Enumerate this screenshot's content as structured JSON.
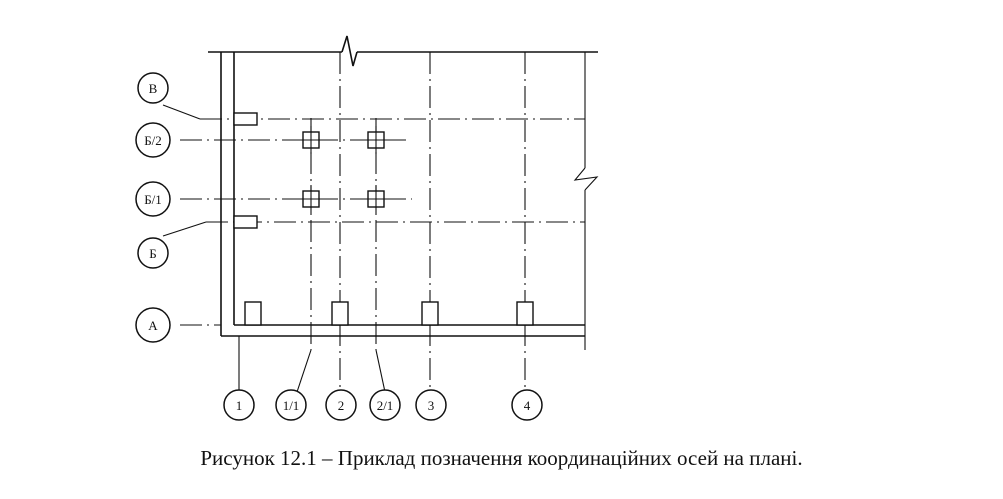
{
  "figure": {
    "caption": "Рисунок 12.1 – Приклад позначення координаційних осей на плані.",
    "row_axes": {
      "v": "В",
      "b2": "Б/2",
      "b1": "Б/1",
      "b": "Б",
      "a": "А"
    },
    "column_axes": {
      "c1": "1",
      "c11": "1/1",
      "c2": "2",
      "c21": "2/1",
      "c3": "3",
      "c4": "4"
    }
  }
}
